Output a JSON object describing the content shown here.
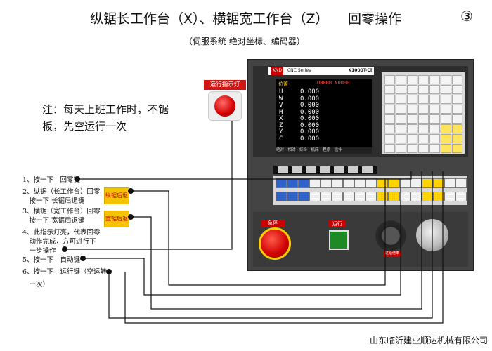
{
  "header": {
    "title_left": "纵锯长工作台（X）、横锯宽工作台（Z）",
    "title_right": "回零操作",
    "circle_number": "③",
    "subtitle": "（伺服系统 绝对坐标、编码器）"
  },
  "note": "注：每天上班工作时，不锯板，先空运行一次",
  "indicator": {
    "label": "运行指示灯"
  },
  "tags": {
    "vertical_back": "纵锯后退",
    "horizontal_back": "宽锯后退"
  },
  "steps": [
    {
      "line1": "1、按一下　回零键",
      "line2": ""
    },
    {
      "line1": "2、纵锯（长工作台）回零",
      "line2": "　按一下 长锯后退键"
    },
    {
      "line1": "3、横锯（宽工作台）回零",
      "line2": "　按一下 宽锯后退键"
    },
    {
      "line1": "4、此指示灯亮，代表回零",
      "line2": "　动作完成，方可进行下",
      "line3": "　一步操作"
    },
    {
      "line1": "5、按一下　自动键",
      "line2": ""
    },
    {
      "line1": "6、按一下　运行键（空运转",
      "line2": "　一次）"
    }
  ],
  "controller": {
    "brand": "KND",
    "series": "CNC Series",
    "model": "K1000T-Ci",
    "screen_title": "位置",
    "program_no": "O0000 N0000",
    "axes": [
      "U",
      "W",
      "V",
      "H",
      "X",
      "Z",
      "Y",
      "C"
    ],
    "values": [
      "0.000",
      "0.000",
      "0.000",
      "0.000",
      "0.000",
      "0.000",
      "0.000",
      "0.000"
    ],
    "tabs": "绝对　相对　综合　机床　程序　插补"
  },
  "panel_labels": {
    "estop": "急停",
    "run": "运行",
    "dial": "进给倍率"
  },
  "company": "山东临沂建业顺达机械有限公司"
}
